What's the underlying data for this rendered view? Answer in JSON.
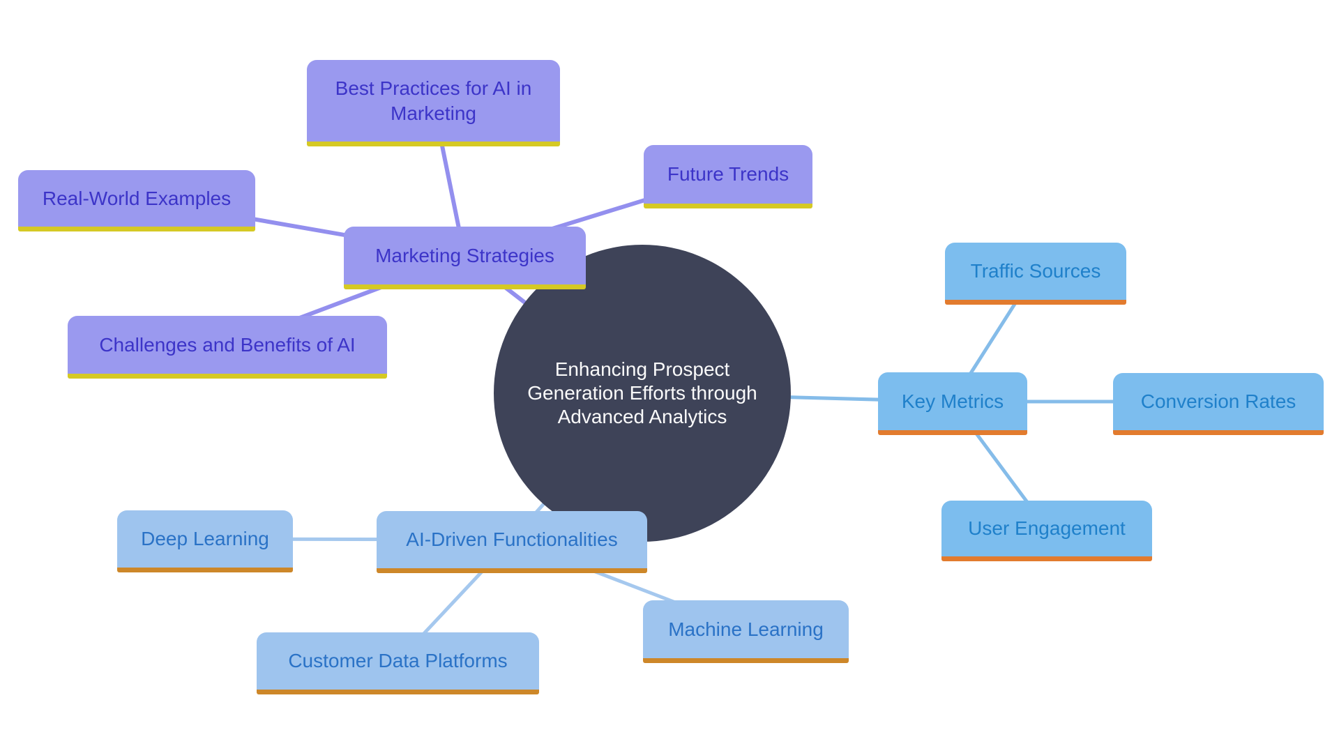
{
  "diagram_type": "mindmap",
  "center": {
    "label": "Enhancing Prospect Generation Efforts through Advanced Analytics",
    "lines": [
      "Enhancing Prospect",
      "Generation Efforts through",
      "Advanced Analytics"
    ],
    "colors": {
      "fill": "#3e4358",
      "text": "#fafafa"
    }
  },
  "branches": [
    {
      "id": "marketing",
      "label": "Marketing Strategies",
      "colors": {
        "fill": "#9a99ef",
        "text": "#3c34c8",
        "underline": "#d5c924",
        "line": "#938fee"
      },
      "children": [
        {
          "label": "Best Practices for AI in Marketing"
        },
        {
          "label": "Real-World Examples"
        },
        {
          "label": "Future Trends"
        },
        {
          "label": "Challenges and Benefits of AI"
        }
      ]
    },
    {
      "id": "key-metrics",
      "label": "Key Metrics",
      "colors": {
        "fill": "#7cbdee",
        "text": "#1f80ca",
        "underline": "#e27b2e",
        "line": "#85bce9"
      },
      "children": [
        {
          "label": "Traffic Sources"
        },
        {
          "label": "Conversion Rates"
        },
        {
          "label": "User Engagement"
        }
      ]
    },
    {
      "id": "ai-driven",
      "label": "AI-Driven Functionalities",
      "colors": {
        "fill": "#9ec4ee",
        "text": "#2a72c6",
        "underline": "#cd8729",
        "line": "#a5c8ee"
      },
      "children": [
        {
          "label": "Deep Learning"
        },
        {
          "label": "Customer Data Platforms"
        },
        {
          "label": "Machine Learning"
        }
      ]
    }
  ]
}
